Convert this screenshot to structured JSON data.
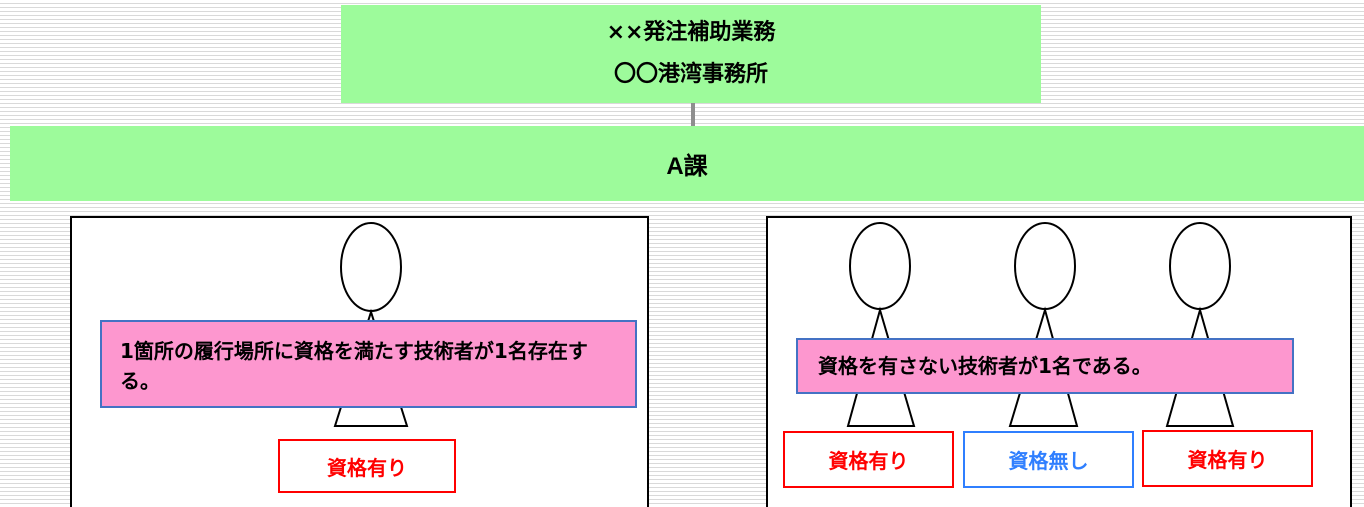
{
  "office": {
    "line1": "××発注補助業務",
    "line2": "〇〇港湾事務所"
  },
  "section": {
    "label": "A課"
  },
  "left_panel": {
    "callout": "1箇所の履行場所に資格を満たす技術者が1名存在する。",
    "tags": [
      "資格有り"
    ]
  },
  "right_panel": {
    "callout": "資格を有さない技術者が1名である。",
    "tags": [
      "資格有り",
      "資格無し",
      "資格有り"
    ]
  },
  "colors": {
    "header_fill": "#9dfb9b",
    "callout_fill": "#fd97cf",
    "qualified": "#ff0000",
    "unqualified": "#2f7fff"
  }
}
